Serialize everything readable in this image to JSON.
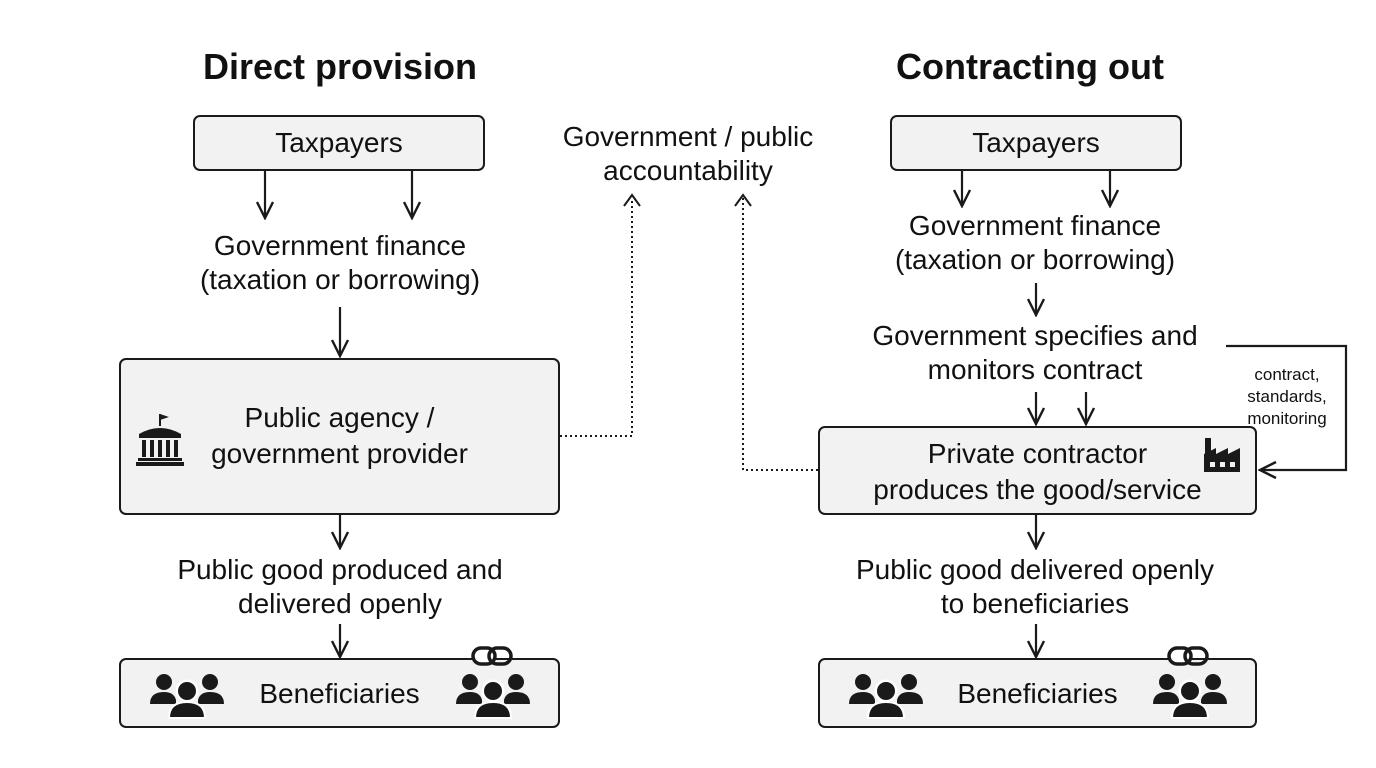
{
  "left": {
    "title": "Direct provision",
    "taxpayers": "Taxpayers",
    "finance": [
      "Government finance",
      "(taxation or borrowing)"
    ],
    "provider": [
      "Public agency /",
      "government provider"
    ],
    "outcome": [
      "Public good produced and",
      "delivered openly"
    ],
    "beneficiaries": "Beneficiaries"
  },
  "center": {
    "accountability": [
      "Government / public",
      "accountability"
    ]
  },
  "right": {
    "title": "Contracting out",
    "taxpayers": "Taxpayers",
    "finance": [
      "Government finance",
      "(taxation or borrowing)"
    ],
    "specifies": [
      "Government specifies and",
      "monitors contract"
    ],
    "contractor": [
      "Private contractor",
      "produces the good/service"
    ],
    "side_note": [
      "contract,",
      "standards,",
      "monitoring"
    ],
    "outcome": [
      "Public good delivered openly",
      "to beneficiaries"
    ],
    "beneficiaries": "Beneficiaries"
  },
  "icons": {
    "provider": "government-building-icon",
    "contractor": "factory-icon",
    "people": "people-group-icon",
    "link": "chain-link-icon"
  },
  "colors": {
    "stroke": "#1a1a1a",
    "box_fill": "#f2f2f2",
    "text": "#111111"
  }
}
